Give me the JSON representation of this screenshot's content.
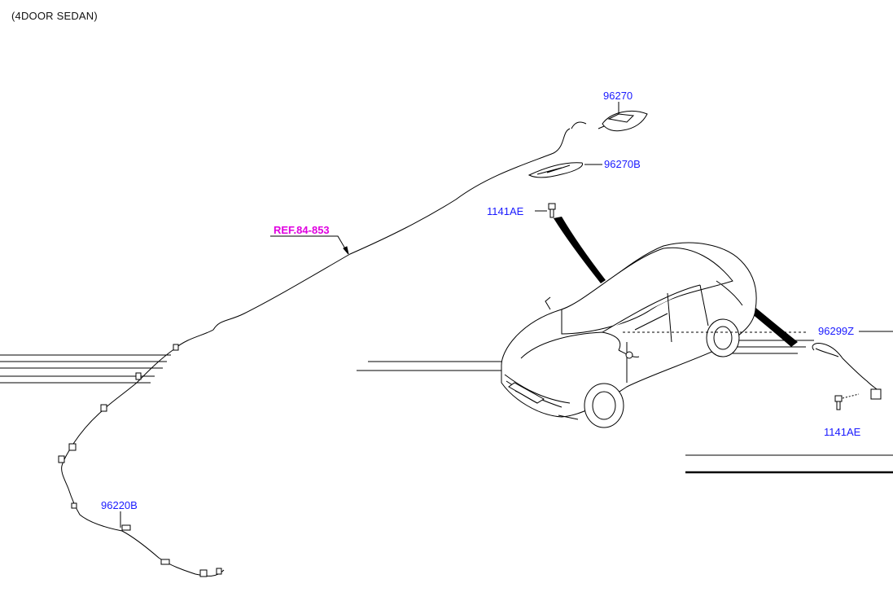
{
  "diagram": {
    "variant_label": "(4DOOR SEDAN)",
    "reference_label": "REF.84-853",
    "parts": [
      {
        "id": "p96270",
        "label": "96270"
      },
      {
        "id": "p96270B",
        "label": "96270B"
      },
      {
        "id": "p1141AE_top",
        "label": "1141AE"
      },
      {
        "id": "p96299Z",
        "label": "96299Z"
      },
      {
        "id": "p1141AE_right",
        "label": "1141AE"
      },
      {
        "id": "p96220",
        "label": "96220B"
      }
    ],
    "colors": {
      "part_label": "#1a1aff",
      "reference_label": "#e000e0",
      "line": "#000000"
    }
  }
}
